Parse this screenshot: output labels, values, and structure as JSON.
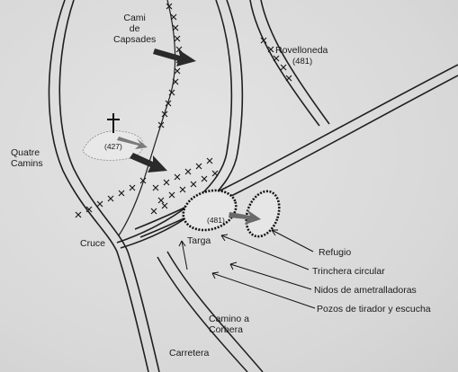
{
  "map": {
    "places": {
      "cami_de_capsades": "Cami\nde\nCapsades",
      "rovelloneda": "Rovelloneda",
      "rovelloneda_alt": "(481)",
      "quatre_camins": "Quatre\nCamins",
      "hill_alt": "(427)",
      "position_alt": "(481)",
      "targa": "Targa",
      "cruce": "Cruce",
      "camino_corbera": "Camino a\nCorbera",
      "carretera": "Carretera"
    },
    "legend": {
      "refugio": "Refugio",
      "trinchera": "Trinchera circular",
      "nidos": "Nidos de ametralladoras",
      "pozos": "Pozos de tirador y escucha"
    },
    "colors": {
      "road": "#1f1f1f",
      "arrow_attack": "#2a2a2a",
      "arrow_grey": "#7a7a7a",
      "background": "#dcdcdc"
    },
    "symbols": [
      "cross-icon",
      "barbed-wire-x",
      "trench-ring",
      "attack-arrow"
    ]
  }
}
